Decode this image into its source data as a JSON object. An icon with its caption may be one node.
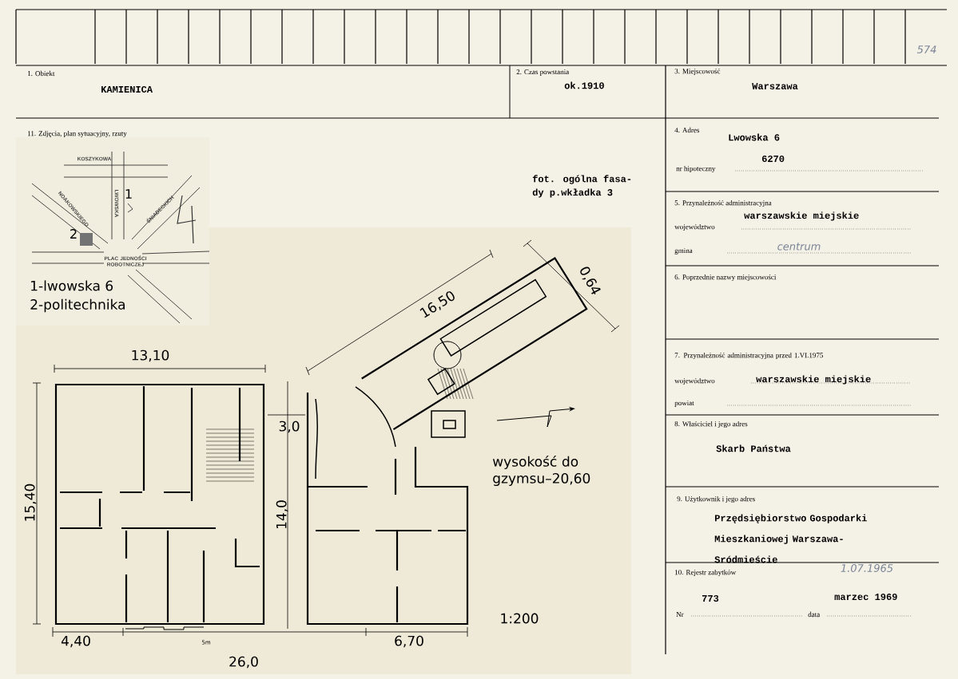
{
  "diagram": {
    "labels": [
      "574",
      "1. Obiekt",
      "KAMIENICA",
      "2. Czas powstania",
      "ok.1910",
      "3. Miejscowość",
      "Warszawa",
      "11. Zdjęcia, plan sytuacyjny, rzuty",
      "KOSZYKOWA",
      "NOAKOWSKIEGO",
      "LWOWSKA",
      "ŚNIADECKICH",
      "1",
      "2",
      "PLAC JEDNOŚCI ROBOTNICZEJ",
      "1-lwowska 6",
      "2-politechnika",
      "fot. ogólna fasa-",
      "dy p.wkładka 3",
      "16,50",
      "0,64",
      "13,10",
      "3,0",
      "15,40",
      "14,0",
      "wysokość do gzymsu–20,60",
      "1:200",
      "4,40",
      "5m",
      "6,70",
      "26,0",
      "4. Adres",
      "Lwowska 6",
      "6270",
      "nr hipoteczny",
      "5. Przynależność administracyjna",
      "województwo",
      "warszawskie miejskie",
      "gmina",
      "centrum",
      "6. Poprzednie nazwy miejscowości",
      "7. Przynależność administracyjna przed 1.VI.1975",
      "województwo",
      "warszawskie miejskie",
      "powiat",
      "8. Właściciel i jego adres",
      "Skarb Państwa",
      "9. Użytkownik i jego adres",
      "Przędsiębiorstwo Gospodarki Mieszkaniowej Warszawa-Sródmieście",
      "10. Rejestr zabytków",
      "1.07.1965",
      "773",
      "marzec 1969",
      "Nr",
      "data"
    ]
  }
}
